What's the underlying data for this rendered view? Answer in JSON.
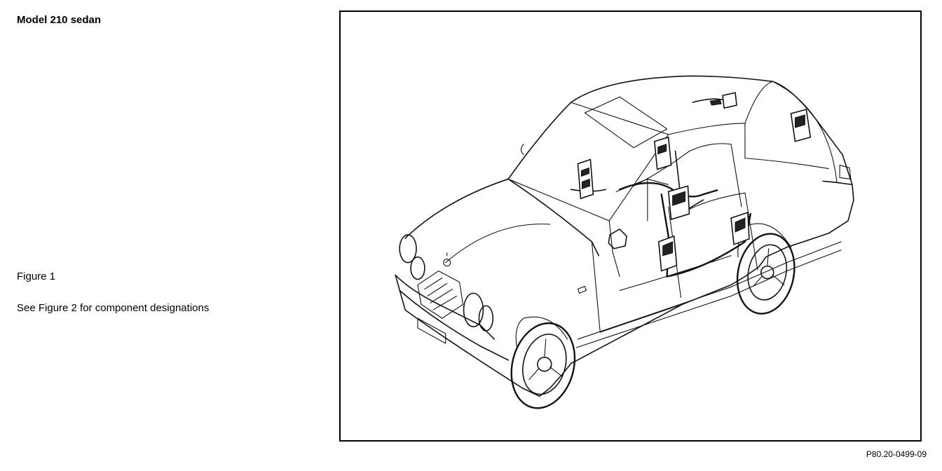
{
  "heading": {
    "title": "Model 210 sedan"
  },
  "caption": {
    "figure": "Figure 1",
    "note": "See Figure 2 for component designations"
  },
  "footer": {
    "code": "P80.20-0499-09"
  }
}
